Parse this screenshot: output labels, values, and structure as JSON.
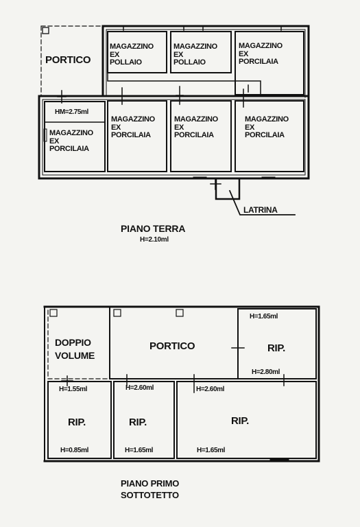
{
  "ground_floor": {
    "title": "PIANO TERRA",
    "height": "H=2.10ml",
    "latrina": "LATRINA",
    "rooms": {
      "portico": "PORTICO",
      "mag_pollaio_1": [
        "MAGAZZINO",
        "EX",
        "POLLAIO"
      ],
      "mag_pollaio_2": [
        "MAGAZZINO",
        "EX",
        "POLLAIO"
      ],
      "mag_porcilaia_top": [
        "MAGAZZINO",
        "EX",
        "PORCILAIA"
      ],
      "hm": "HM=2.75ml",
      "mag_porcilaia_left": [
        "MAGAZZINO",
        "EX",
        "PORCILAIA"
      ],
      "mag_porcilaia_mid1": [
        "MAGAZZINO",
        "EX",
        "PORCILAIA"
      ],
      "mag_porcilaia_mid2": [
        "MAGAZZINO",
        "EX",
        "PORCILAIA"
      ],
      "mag_porcilaia_right": [
        "MAGAZZINO",
        "EX",
        "PORCILAIA"
      ]
    }
  },
  "first_floor": {
    "title_line1": "PIANO PRIMO",
    "title_line2": "SOTTOTETTO",
    "rooms": {
      "doppio_volume": [
        "DOPPIO",
        "VOLUME"
      ],
      "portico": "PORTICO",
      "rip_top_right": "RIP.",
      "rip_left": "RIP.",
      "rip_mid": "RIP.",
      "rip_right": "RIP."
    },
    "heights": {
      "h_top_right_top": "H=1.65ml",
      "h_top_right_bottom": "H=2.80ml",
      "h_left_top": "H=1.55ml",
      "h_left_bottom": "H=0.85ml",
      "h_mid_top": "H=2.60ml",
      "h_mid_bottom": "H=1.65ml",
      "h_right_top": "H=2.60ml",
      "h_right_bottom": "H=1.65ml"
    }
  }
}
